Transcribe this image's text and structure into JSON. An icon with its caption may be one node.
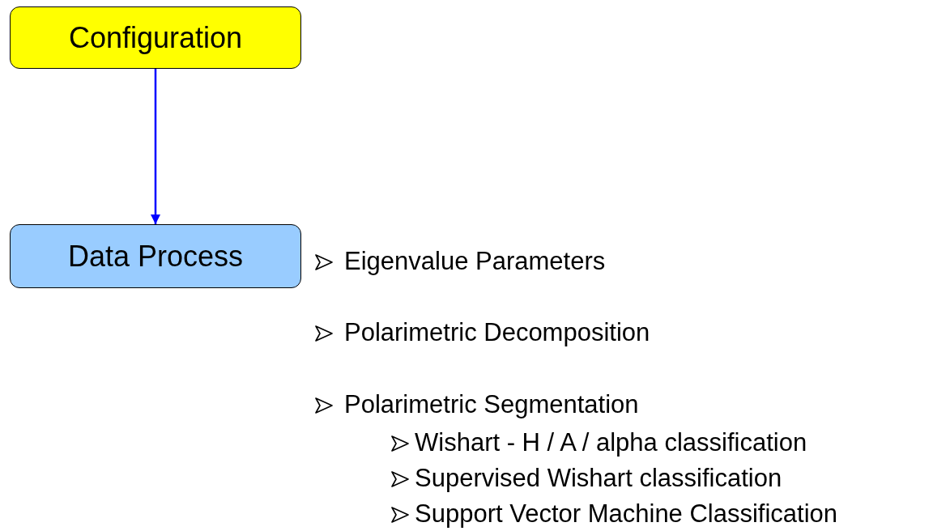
{
  "diagram": {
    "nodes": [
      {
        "text": [
          "Configuration"
        ]
      },
      {
        "text": [
          "Data Process"
        ]
      }
    ],
    "edges": [
      {
        "from": 0,
        "to": 1,
        "arrow": "to",
        "color": "#0000ff"
      }
    ],
    "labels": [
      "Eigenvalue Parameters",
      "Polarimetric Decomposition",
      "Polarimetric Segmentation",
      "Wishart - H / A / alpha classification",
      "Supervised Wishart classification",
      "Support Vector Machine Classification"
    ]
  }
}
